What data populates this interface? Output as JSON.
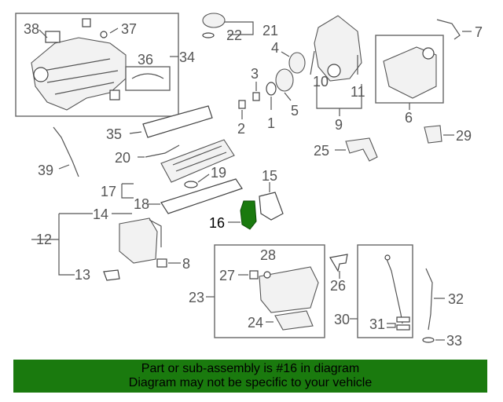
{
  "colors": {
    "highlight": "#1a7a0e",
    "banner_bg": "#1a7a0e",
    "line": "#555555"
  },
  "labels": {
    "p38": "38",
    "p37": "37",
    "p36": "36",
    "p34": "34",
    "p21": "21",
    "p22": "22",
    "p4": "4",
    "p3": "3",
    "p2": "2",
    "p1": "1",
    "p5": "5",
    "p10": "10",
    "p11": "11",
    "p9": "9",
    "p7": "7",
    "p6": "6",
    "p29": "29",
    "p35": "35",
    "p20": "20",
    "p39": "39",
    "p25": "25",
    "p19": "19",
    "p15": "15",
    "p17": "17",
    "p18": "18",
    "p16": "16",
    "p14": "14",
    "p12": "12",
    "p13": "13",
    "p8": "8",
    "p28": "28",
    "p27": "27",
    "p23": "23",
    "p26": "26",
    "p24": "24",
    "p30": "30",
    "p31": "31",
    "p32": "32",
    "p33": "33"
  },
  "highlighted_part": "16",
  "banner": {
    "line1": "Part or sub-assembly is #16 in diagram",
    "line2": "Diagram may not be specific to your vehicle"
  }
}
